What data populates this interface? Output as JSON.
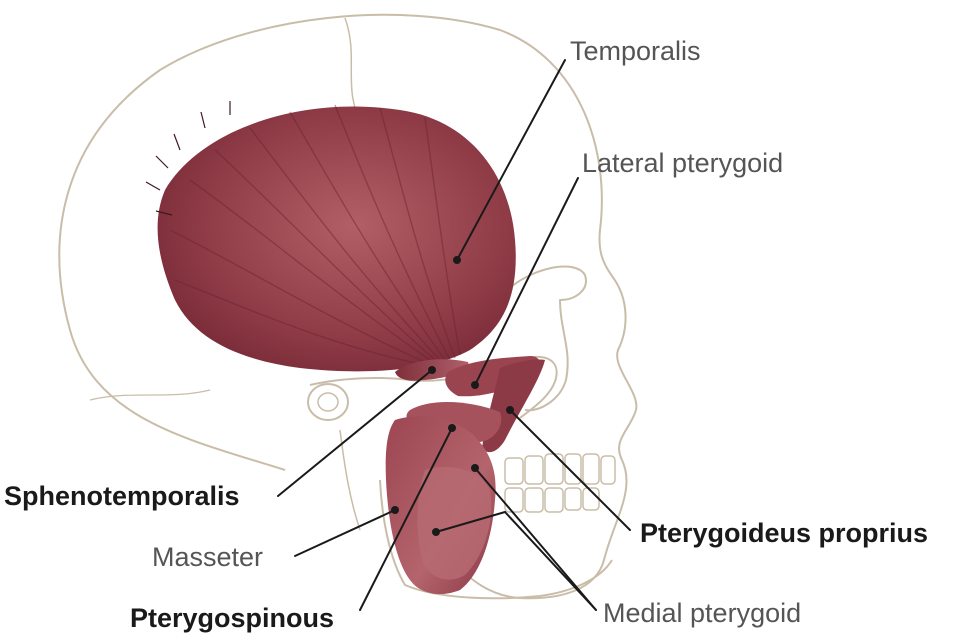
{
  "figure": {
    "labels": {
      "temporalis": "Temporalis",
      "lateral_pterygoid": "Lateral pterygoid",
      "sphenotemporalis": "Sphenotemporalis",
      "masseter": "Masseter",
      "pterygoideus_proprius": "Pterygoideus proprius",
      "pterygospinous": "Pterygospinous",
      "medial_pterygoid": "Medial pterygoid"
    },
    "colors": {
      "bone_outline": "#c9bda9",
      "muscle_dark": "#7e2f3a",
      "muscle_mid": "#a4505a",
      "muscle_light": "#c98a8e",
      "leader_line": "#1a1a1a",
      "label_light": "#555555",
      "label_bold": "#1a1a1a"
    }
  }
}
